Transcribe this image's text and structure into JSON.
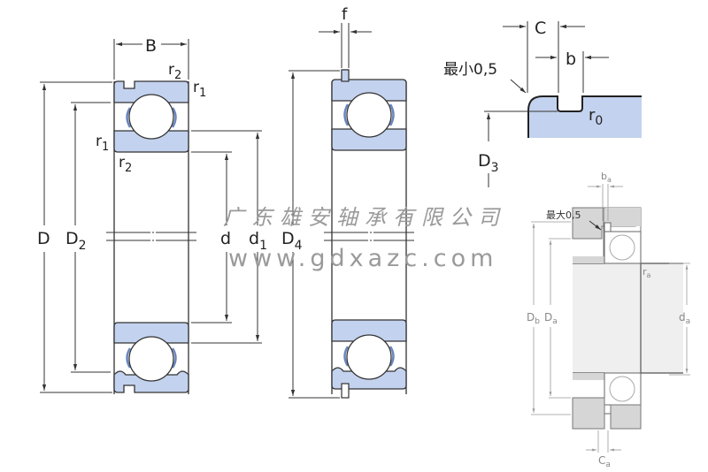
{
  "diagram": {
    "title": "Deep groove ball bearing with snap ring groove - dimension drawing",
    "colors": {
      "ring_fill": "#c3d2ee",
      "outline": "#333333",
      "dimension_line": "#333333",
      "housing_fill": "#d6d6d6",
      "shaft_fill": "#f0f0f0",
      "mounting_text": "#888888",
      "watermark": "#9a9a9a"
    },
    "bearing_view_1": {
      "labels": {
        "B": "B",
        "r2_top": "r",
        "r2_top_sub": "2",
        "r1_top": "r",
        "r1_top_sub": "1",
        "r1_side": "r",
        "r1_side_sub": "1",
        "r2_side": "r",
        "r2_side_sub": "2",
        "D": "D",
        "D2": "D",
        "D2_sub": "2",
        "d": "d",
        "d1": "d",
        "d1_sub": "1"
      }
    },
    "bearing_view_2": {
      "labels": {
        "f": "f",
        "D4": "D",
        "D4_sub": "4"
      }
    },
    "groove_detail": {
      "labels": {
        "C": "C",
        "b": "b",
        "min_note": "最小0,5",
        "r0": "r",
        "r0_sub": "0",
        "D3": "D",
        "D3_sub": "3"
      }
    },
    "mounting_view": {
      "labels": {
        "ba": "b",
        "ba_sub": "a",
        "max_note": "最大0,5",
        "ra": "r",
        "ra_sub": "a",
        "Db": "D",
        "Db_sub": "b",
        "Da": "D",
        "Da_sub": "a",
        "da": "d",
        "da_sub": "a",
        "Ca": "C",
        "Ca_sub": "a"
      }
    },
    "watermark": {
      "company": "广东雄安轴承有限公司",
      "url": "www.gdxazc.com"
    }
  }
}
